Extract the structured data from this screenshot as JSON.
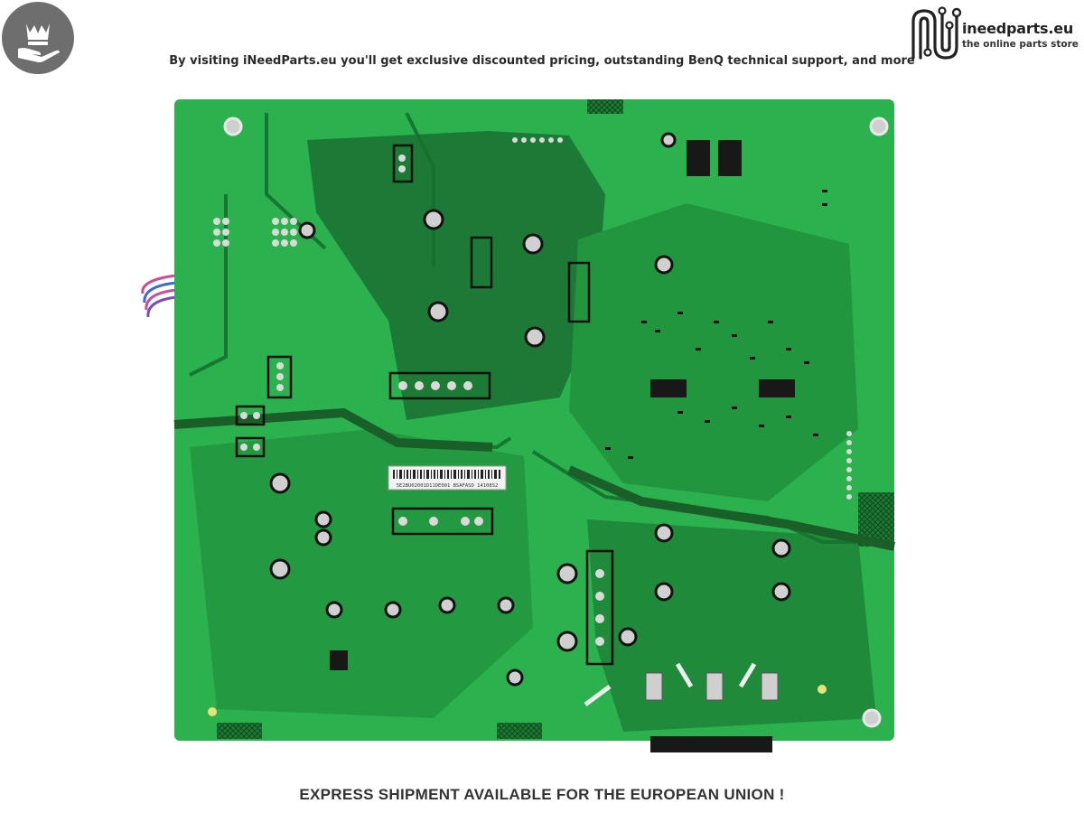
{
  "header": {
    "tagline": "By visiting iNeedParts.eu you'll get exclusive discounted pricing, outstanding BenQ technical support, and more",
    "badge_icon": "crown-hand-icon"
  },
  "brand": {
    "name": "ineedparts.eu",
    "subtitle": "the online parts store",
    "logo_icon": "circuit-n-logo-icon"
  },
  "product": {
    "image_subject": "pcb-board-image",
    "sticker_code": "5E2BU02001D11DE001 BSAFASD 14108S2"
  },
  "footer": {
    "notice": "EXPRESS SHIPMENT AVAILABLE FOR THE EUROPEAN UNION !"
  },
  "colors": {
    "board_green": "#27a84a",
    "board_dark": "#1a6b2f",
    "badge_gray": "#6e6e6e",
    "text_dark": "#2a2a2a"
  }
}
